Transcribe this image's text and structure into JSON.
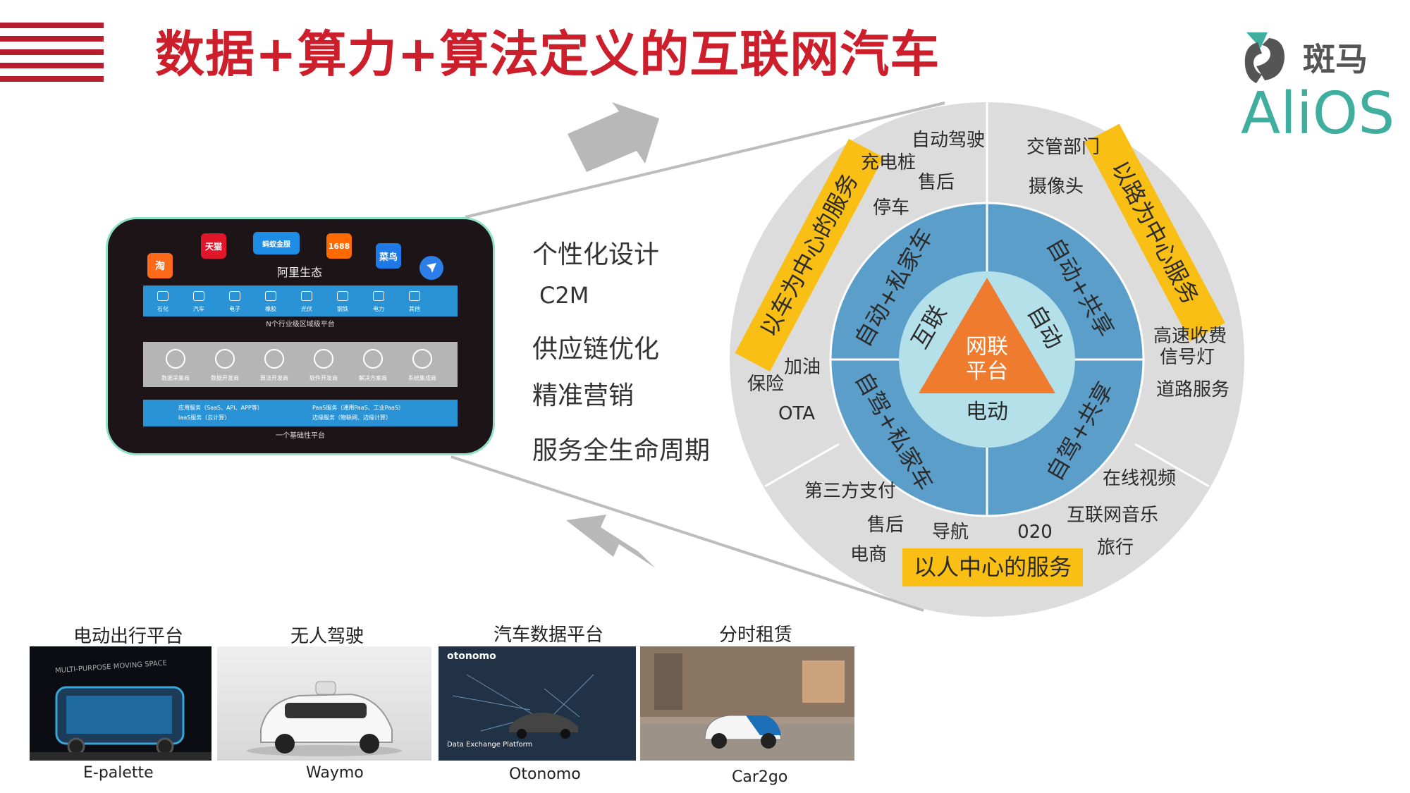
{
  "title": "数据+算力+算法定义的互联网汽车",
  "logo": {
    "cn": "斑马",
    "en": "AliOS"
  },
  "platform": {
    "apps": [
      "淘",
      "天猫",
      "蚂蚁金服",
      "1688",
      "菜鸟"
    ],
    "eco_label": "阿里生态",
    "industry_items": [
      "石化",
      "汽车",
      "电子",
      "橡胶",
      "光伏",
      "钢铁",
      "电力",
      "其他"
    ],
    "industry_caption": "N个行业级区域级平台",
    "tool_items": [
      "数据采集商",
      "数据开发商",
      "算法开发商",
      "软件开发商",
      "解决方案商",
      "系统集成商"
    ],
    "base_lines": [
      "应用服务（SaaS、API、APP等）",
      "IaaS服务（云计算）",
      "PaaS服务（通用PaaS、工业PaaS）",
      "边缘服务（物联网、边缘计算）"
    ],
    "base_caption": "一个基础性平台"
  },
  "features": [
    "个性化设计",
    "C2M",
    "供应链优化",
    "精准营销",
    "服务全生命周期"
  ],
  "wheel": {
    "center": "网联\n平台",
    "triangle_labels": [
      "互联",
      "自动",
      "电动"
    ],
    "quadrants": [
      "自动+私家车",
      "自动+共享",
      "自驾+私家车",
      "自驾+共享"
    ],
    "sectors": [
      "以车为中心的服务",
      "以路为中心服务",
      "以人中心的服务"
    ],
    "services": {
      "car": [
        "自动驾驶",
        "充电桩",
        "售后",
        "停车",
        "加油",
        "保险",
        "OTA"
      ],
      "road": [
        "交管部门",
        "摄像头",
        "高速收费",
        "信号灯",
        "道路服务"
      ],
      "person": [
        "第三方支付",
        "售后",
        "电商",
        "导航",
        "020",
        "在线视频",
        "互联网音乐",
        "旅行"
      ]
    }
  },
  "photos": [
    {
      "label": "电动出行平台",
      "name": "E-palette",
      "overlay": "MULTI-PURPOSE MOVING SPACE"
    },
    {
      "label": "无人驾驶",
      "name": "Waymo",
      "overlay": ""
    },
    {
      "label": "汽车数据平台",
      "name": "Otonomo",
      "overlay": "otonomo",
      "overlay2": "Data Exchange Platform"
    },
    {
      "label": "分时租赁",
      "name": "Car2go",
      "overlay": ""
    }
  ],
  "colors": {
    "accent_red": "#cc1f2b",
    "ring_blue": "#5b9ec9",
    "triangle_orange": "#ef7b2e",
    "label_yellow": "#f9bf15",
    "aliOS_teal": "#3fae9f"
  }
}
